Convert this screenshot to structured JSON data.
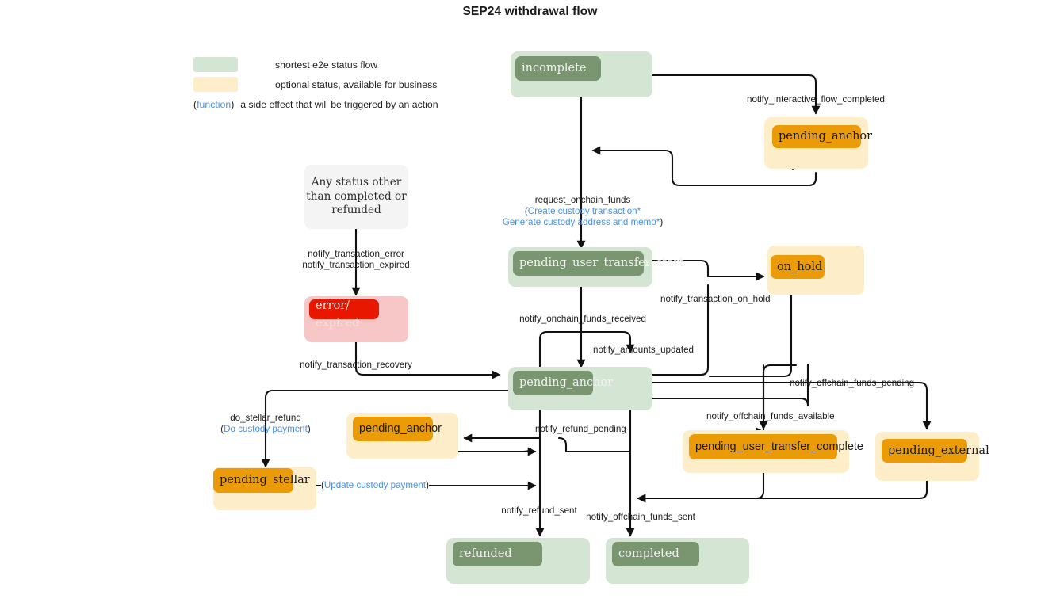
{
  "title": "SEP24 withdrawal flow",
  "legend": {
    "items": [
      {
        "swatch_color": "#d4e6d3",
        "text": "shortest e2e status flow"
      },
      {
        "swatch_color": "#fdeec9",
        "text": "optional status, available for business"
      }
    ],
    "function_note": {
      "open_paren": "(",
      "fn_word": "function",
      "close_paren": ")",
      "text": "a side effect that will be triggered by an action"
    }
  },
  "nodes": [
    {
      "id": "incomplete",
      "label": "incomplete",
      "kind": "green"
    },
    {
      "id": "pending_anchor_top",
      "label": "pending_anchor",
      "kind": "yellow"
    },
    {
      "id": "any_status_note",
      "line1": "Any status other",
      "line2": "than completed or",
      "line3": "refunded",
      "kind": "note"
    },
    {
      "id": "error_expired",
      "label_line1": "error/",
      "label_line2": "expired",
      "kind": "red"
    },
    {
      "id": "pending_user_transfer_start",
      "label": "pending_user_transfer_start",
      "kind": "green"
    },
    {
      "id": "on_hold",
      "label": "on_hold",
      "kind": "yellow"
    },
    {
      "id": "pending_anchor_center",
      "label": "pending_anchor",
      "kind": "green"
    },
    {
      "id": "pending_anchor_refund",
      "label": "pending_anchor",
      "kind": "yellow"
    },
    {
      "id": "pending_stellar",
      "label": "pending_stellar",
      "kind": "yellow"
    },
    {
      "id": "pending_user_transfer_complete",
      "label": "pending_user_transfer_complete",
      "kind": "yellow"
    },
    {
      "id": "pending_external",
      "label": "pending_external",
      "kind": "yellow"
    },
    {
      "id": "refunded",
      "label": "refunded",
      "kind": "green"
    },
    {
      "id": "completed",
      "label": "completed",
      "kind": "green"
    }
  ],
  "edge_labels": {
    "notify_interactive_flow_completed": "notify_interactive_flow_completed",
    "request_onchain_funds": "request_onchain_funds",
    "create_custody_transaction": "Create custody transaction*",
    "generate_custody_address": "Generate custody address and memo*",
    "open_paren": "(",
    "close_paren": ")",
    "notify_transaction_error": "notify_transaction_error",
    "notify_transaction_expired": "notify_transaction_expired",
    "notify_transaction_recovery": "notify_transaction_recovery",
    "notify_onchain_funds_received": "notify_onchain_funds_received",
    "notify_amounts_updated": "notify_amounts_updated",
    "notify_transaction_on_hold": "notify_transaction_on_hold",
    "notify_offchain_funds_pending": "notify_offchain_funds_pending",
    "notify_offchain_funds_available": "notify_offchain_funds_available",
    "notify_refund_pending": "notify_refund_pending",
    "do_stellar_refund": "do_stellar_refund",
    "do_custody_payment": "Do custody payment",
    "update_custody_payment": "Update custody payment",
    "notify_refund_sent": "notify_refund_sent",
    "notify_offchain_funds_sent": "notify_offchain_funds_sent"
  },
  "colors": {
    "green_outer": "#d4e6d3",
    "green_inner": "#7a9670",
    "yellow_outer": "#fdeec9",
    "yellow_inner": "#eb9b05",
    "red_outer": "#f7c6c6",
    "red_inner": "#e81800",
    "note_bg": "#f4f4f4",
    "function_blue": "#4a90e2",
    "edge": "#111111"
  }
}
